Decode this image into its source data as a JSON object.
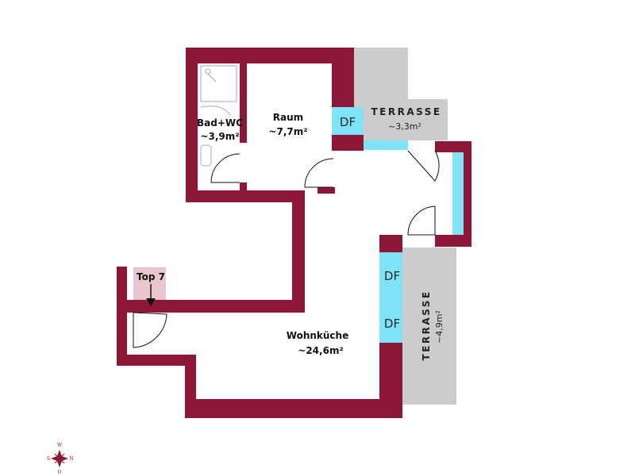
{
  "colors": {
    "wall": "#8e1737",
    "terrace": "#cccccc",
    "window": "#7fe3f7",
    "entrance": "#e9c5cd",
    "compass": "#8b1a36"
  },
  "rooms": {
    "bad": {
      "name": "Bad+WC",
      "area": "~3,9m²"
    },
    "raum": {
      "name": "Raum",
      "area": "~7,7m²"
    },
    "wohnkueche": {
      "name": "Wohnküche",
      "area": "~24,6m²"
    }
  },
  "terraces": {
    "top": {
      "label": "TERRASSE",
      "area": "~3,3m²"
    },
    "right": {
      "label": "TERRASSE",
      "area": "~4,9m²"
    }
  },
  "windows": {
    "df1": "DF",
    "df2": "DF",
    "df3": "DF"
  },
  "entrance": {
    "label": "Top 7"
  },
  "compass": {
    "n": "N",
    "s": "S",
    "w": "W",
    "o": "O"
  }
}
